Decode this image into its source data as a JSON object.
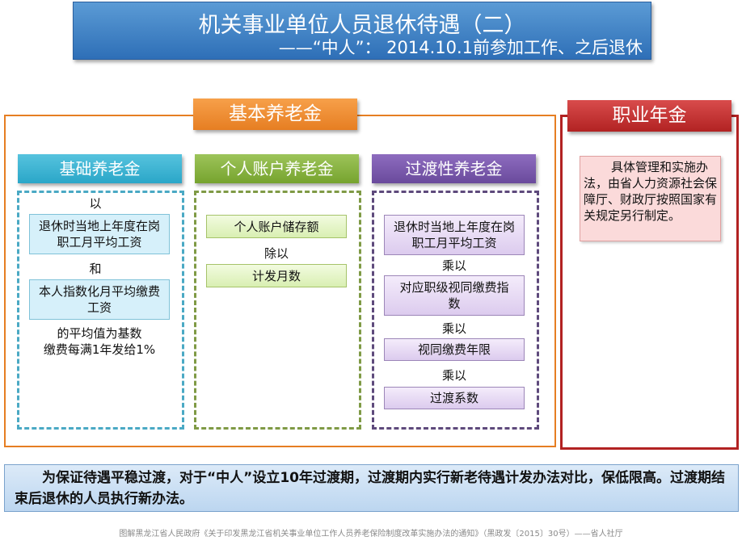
{
  "title": {
    "main": "机关事业单位人员退休待遇（二）",
    "sub": "——“中人”： 2014.10.1前参加工作、之后退休"
  },
  "basic_pension": {
    "header": "基本养老金",
    "base": {
      "header": "基础养老金",
      "prefix": "以",
      "item1": "退休时当地上年度在岗职工月平均工资",
      "and": "和",
      "item2": "本人指数化月平均缴费工资",
      "suffix_line1": "的平均值为基数",
      "suffix_line2": "缴费每满1年发给1%"
    },
    "personal": {
      "header": "个人账户养老金",
      "item1": "个人账户储存额",
      "op": "除以",
      "item2": "计发月数"
    },
    "transition": {
      "header": "过渡性养老金",
      "item1": "退休时当地上年度在岗职工月平均工资",
      "op1": "乘以",
      "item2": "对应职级视同缴费指数",
      "op2": "乘以",
      "item3": "视同缴费年限",
      "op3": "乘以",
      "item4": "过渡系数"
    }
  },
  "occupational_annuity": {
    "header": "职业年金",
    "text": "具体管理和实施办法，由省人力资源社会保障厅、财政厅按照国家有关规定另行制定。"
  },
  "summary": "为保证待遇平稳过渡，对于“中人”设立10年过渡期，过渡期内实行新老待遇计发办法对比，保低限高。过渡期结束后退休的人员执行新办法。",
  "footer": "图解黑龙江省人民政府《关于印发黑龙江省机关事业单位工作人员养老保险制度改革实施办法的通知》（黑政发〔2015〕30号）——省人社厅",
  "colors": {
    "title_bg": "#3b7dc4",
    "basic_header": "#e67e22",
    "annuity_header": "#b22222",
    "col_base": "#2aa6c8",
    "col_personal": "#76a32e",
    "col_transition": "#6a4a9c"
  }
}
